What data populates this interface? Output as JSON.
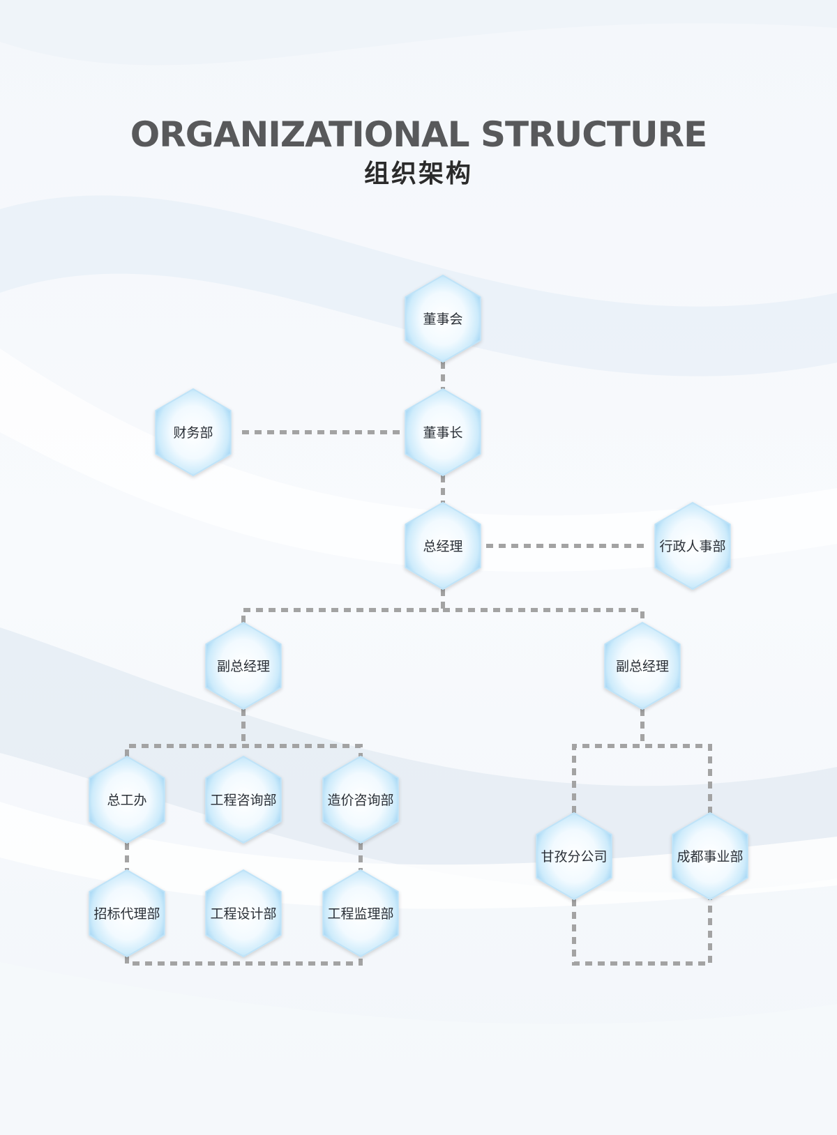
{
  "header": {
    "title_en": "ORGANIZATIONAL STRUCTURE",
    "title_cn": "组织架构"
  },
  "colors": {
    "hex_center": "#ffffff",
    "hex_edge": "#a8d8f5",
    "connector": "#a3a3a3",
    "title_en": "#58595b",
    "title_cn": "#2b2b2b"
  },
  "nodes": {
    "board": "董事会",
    "chairman": "董事长",
    "finance": "财务部",
    "gm": "总经理",
    "admin_hr": "行政人事部",
    "vgm_left": "副总经理",
    "vgm_right": "副总经理",
    "chief_eng_office": "总工办",
    "eng_consult": "工程咨询部",
    "cost_consult": "造价咨询部",
    "tender_agency": "招标代理部",
    "eng_design": "工程设计部",
    "eng_supervision": "工程监理部",
    "ganzi_branch": "甘孜分公司",
    "chengdu_division": "成都事业部"
  }
}
